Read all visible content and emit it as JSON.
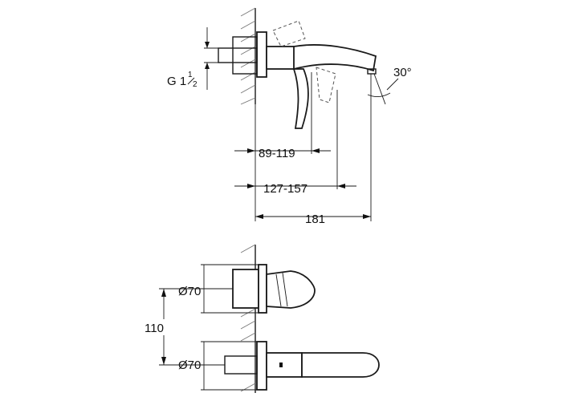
{
  "labels": {
    "thread_main": "G 1",
    "thread_num": "1",
    "thread_den": "2",
    "angle": "30°",
    "dim_89_119": "89-119",
    "dim_127_157": "127-157",
    "dim_181": "181",
    "dia_upper": "Ø70",
    "dia_lower": "Ø70",
    "dim_110": "110"
  }
}
